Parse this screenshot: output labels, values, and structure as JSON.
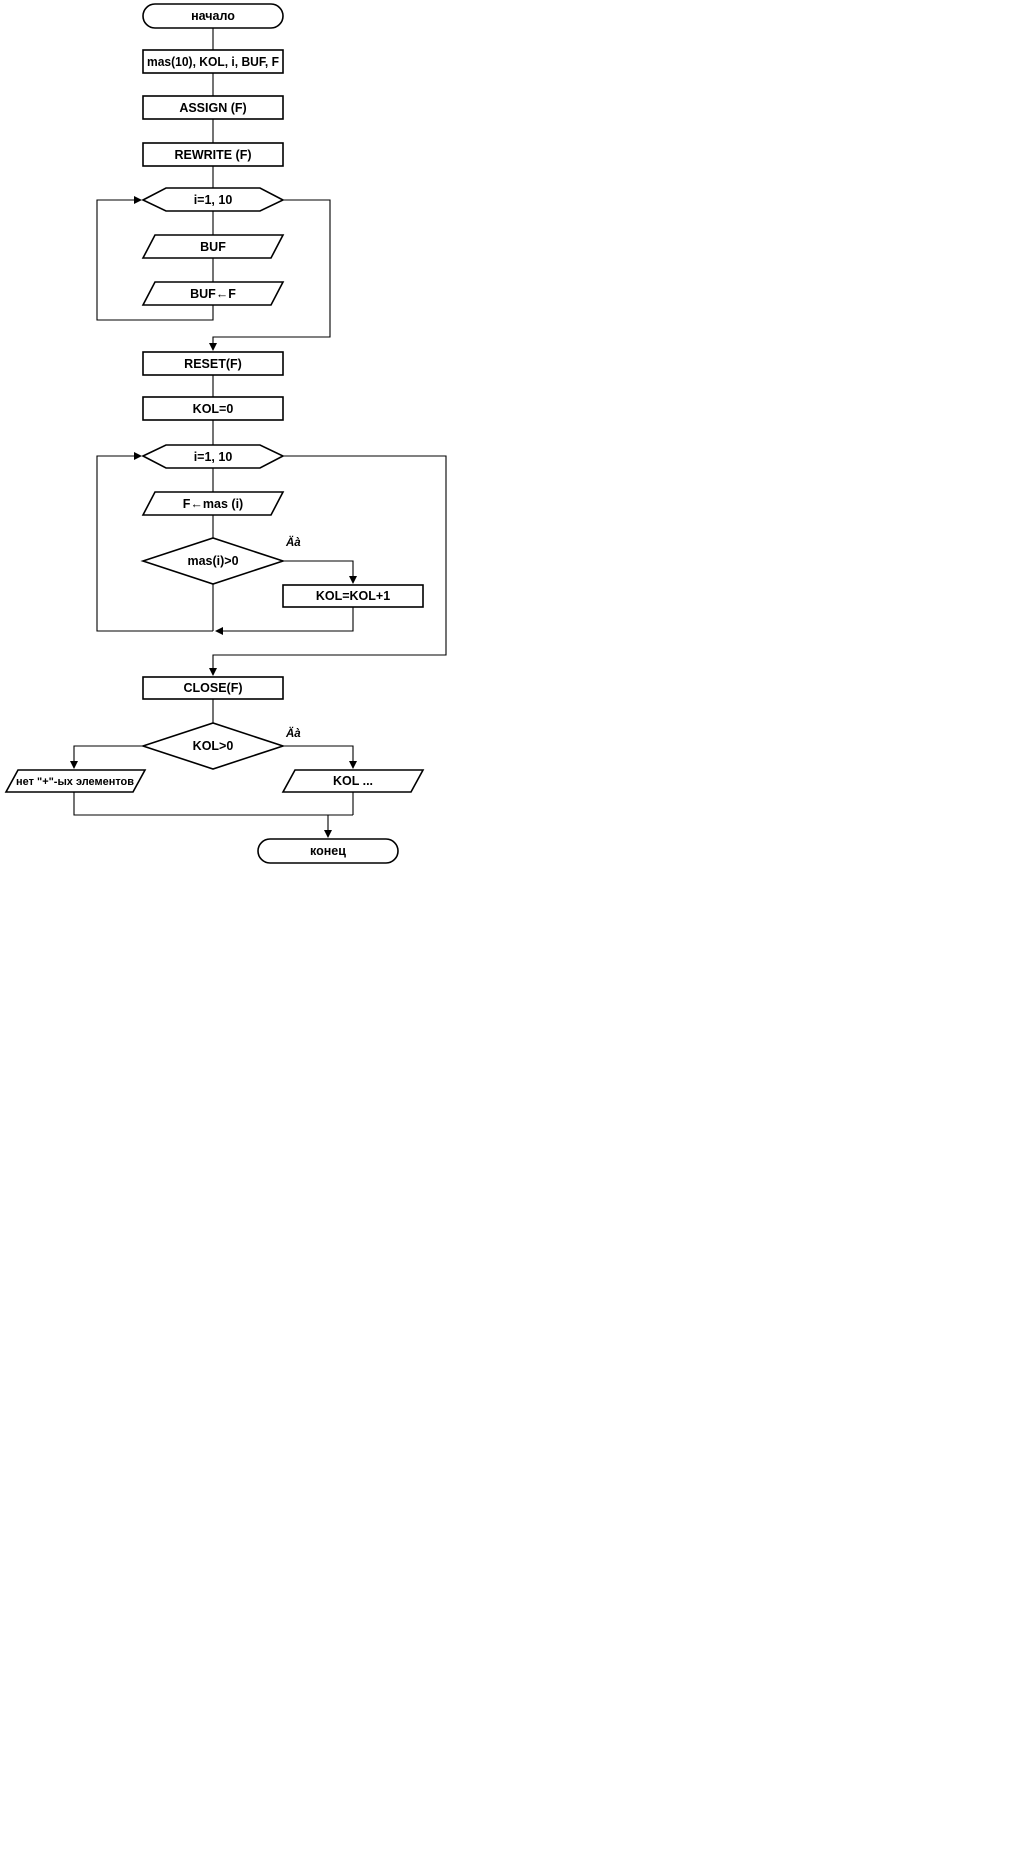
{
  "diagram": {
    "nodes": {
      "start": "начало",
      "declare": "mas(10), KOL, i, BUF, F",
      "assign": "ASSIGN (F)",
      "rewrite": "REWRITE (F)",
      "loop1": "i=1, 10",
      "input_buf": "BUF",
      "write_buf": "BUF←F",
      "reset": "RESET(F)",
      "kol_init": "KOL=0",
      "loop2": "i=1, 10",
      "read_mas": "F←mas (i)",
      "cond_mas": "mas(i)>0",
      "kol_inc": "KOL=KOL+1",
      "close": "CLOSE(F)",
      "cond_kol": "KOL>0",
      "out_none": "нет \"+\"-ых элементов",
      "out_kol": "KOL ...",
      "end": "конец"
    },
    "yes_mark_1": "Äà",
    "yes_mark_2": "Äà"
  }
}
